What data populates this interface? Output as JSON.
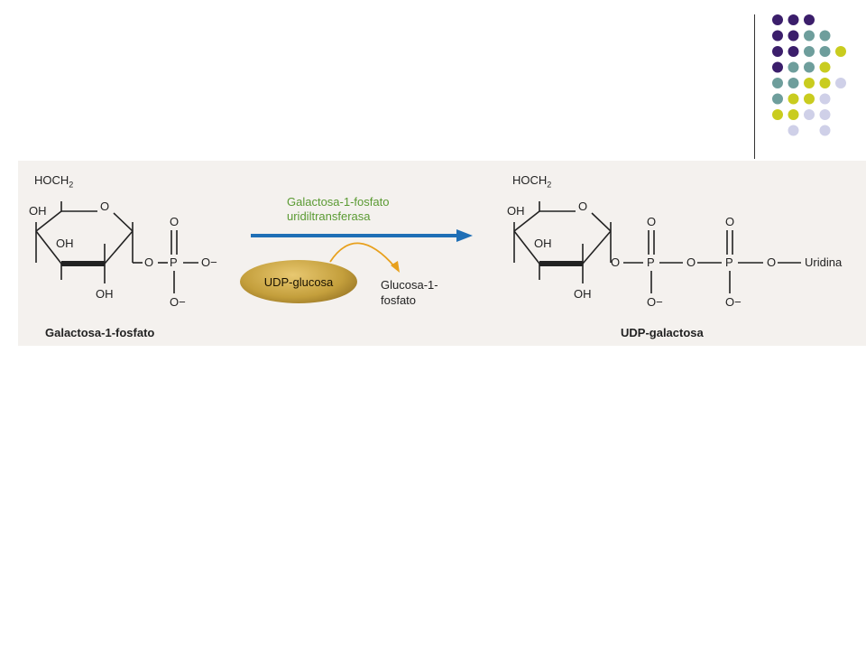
{
  "decoration": {
    "dot_colors": {
      "purple": "#3b1e6b",
      "teal": "#6e9e9c",
      "olive": "#c9cc1f",
      "lavender": "#cfd0e8"
    },
    "dot_grid": [
      [
        "purple",
        "purple",
        "purple",
        "",
        ""
      ],
      [
        "purple",
        "purple",
        "teal",
        "teal",
        ""
      ],
      [
        "purple",
        "purple",
        "teal",
        "teal",
        "olive"
      ],
      [
        "purple",
        "teal",
        "teal",
        "olive",
        ""
      ],
      [
        "teal",
        "teal",
        "olive",
        "olive",
        "lavender"
      ],
      [
        "teal",
        "olive",
        "olive",
        "lavender",
        ""
      ],
      [
        "olive",
        "olive",
        "lavender",
        "lavender",
        ""
      ],
      [
        "",
        "lavender",
        "",
        "lavender",
        ""
      ]
    ]
  },
  "reaction": {
    "substrate": {
      "name": "Galactosa-1-fosfato",
      "ring_substituents": {
        "hoch2": "HOCH",
        "hoch2_sub": "2",
        "ring_o": "O",
        "oh_top": "OH",
        "oh_mid": "OH",
        "oh_bottom": "OH"
      },
      "phosphate": {
        "o_bridge": "O",
        "p": "P",
        "o_top": "O",
        "o_right": "O−",
        "o_bottom": "O−"
      }
    },
    "enzyme": {
      "line1": "Galactosa-1-fosfato",
      "line2": "uridiltransferasa",
      "color": "#5a9a32"
    },
    "cosubstrate": {
      "label": "UDP-glucosa"
    },
    "coproduct": {
      "line1": "Glucosa-1-",
      "line2": "fosfato"
    },
    "arrow_color": "#1f6fb6",
    "product": {
      "name": "UDP-galactosa",
      "ring_substituents": {
        "hoch2": "HOCH",
        "hoch2_sub": "2",
        "ring_o": "O",
        "oh_top": "OH",
        "oh_mid": "OH",
        "oh_bottom": "OH"
      },
      "diphosphate": {
        "o_bridge1": "O",
        "p1": "P",
        "o_bridge2": "O",
        "p2": "P",
        "o_bridge3": "O",
        "p1_o_top": "O",
        "p1_o_bottom": "O−",
        "p2_o_top": "O",
        "p2_o_bottom": "O−",
        "uridine": "Uridina"
      }
    }
  }
}
